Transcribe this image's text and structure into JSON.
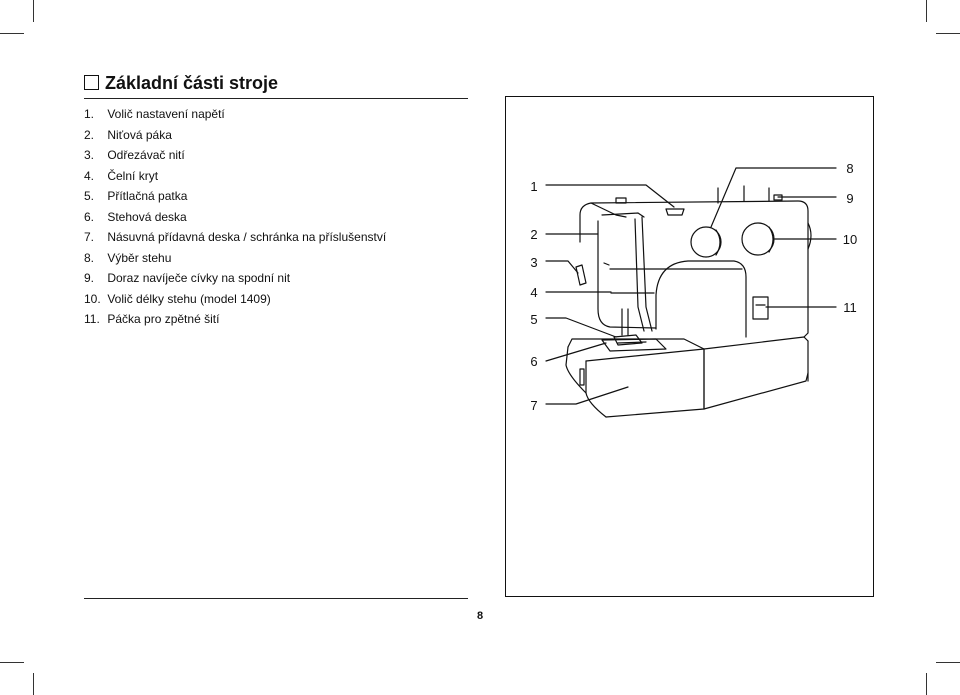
{
  "section": {
    "title": "Základní části stroje"
  },
  "parts": [
    {
      "num": "1.",
      "label": "Volič nastavení napětí"
    },
    {
      "num": "2.",
      "label": "Niťová páka"
    },
    {
      "num": "3.",
      "label": "Odřezávač nití"
    },
    {
      "num": "4.",
      "label": "Čelní kryt"
    },
    {
      "num": "5.",
      "label": "Přítlačná patka"
    },
    {
      "num": "6.",
      "label": "Stehová deska"
    },
    {
      "num": "7.",
      "label": "Násuvná přídavná deska / schránka na příslušenství"
    },
    {
      "num": "8.",
      "label": "Výběr stehu"
    },
    {
      "num": "9.",
      "label": "Doraz navíječe cívky na spodní nit"
    },
    {
      "num": "10.",
      "label": "Volič délky stehu (model 1409)"
    },
    {
      "num": "11.",
      "label": "Páčka pro zpětné šití"
    }
  ],
  "figure": {
    "callouts": [
      "1",
      "2",
      "3",
      "4",
      "5",
      "6",
      "7",
      "8",
      "9",
      "10",
      "11"
    ]
  },
  "footer": {
    "page_number": "8"
  }
}
